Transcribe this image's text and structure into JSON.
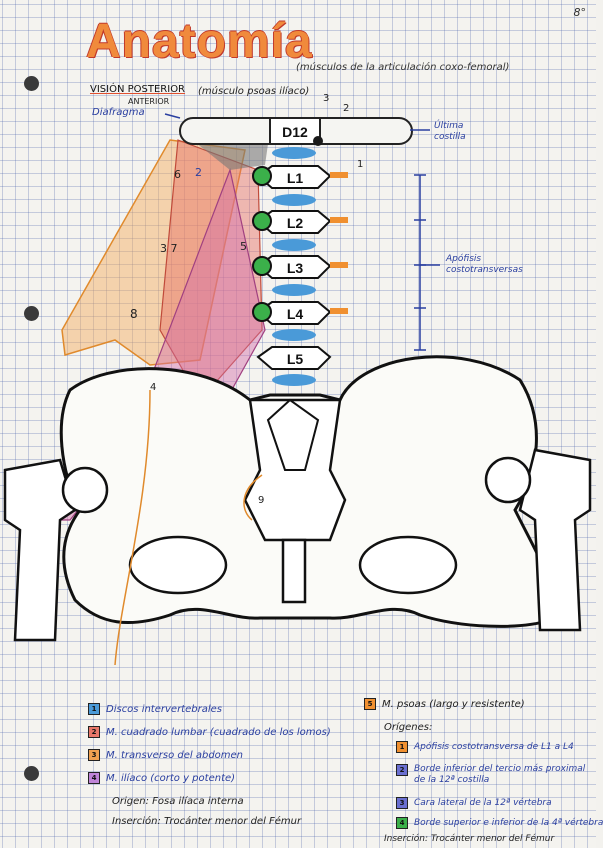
{
  "page_number": "8°",
  "title": "Anatomía",
  "subtitle": "(músculos de la articulación coxo-femoral)",
  "view_heading": "VISIÓN POSTERIOR",
  "view_sub": "ANTERIOR",
  "muscle_note": "(músculo psoas ilíaco)",
  "diaphragm_label": "Diafragma",
  "last_rib_label": "Última costilla",
  "apophyses_label": "Apófisis costotransversas",
  "vertebrae": [
    "D12",
    "L1",
    "L2",
    "L3",
    "L4",
    "L5"
  ],
  "diagram_numbers": {
    "n1": "1",
    "n2": "2",
    "n3": "3",
    "n6": "6",
    "n2b": "2",
    "n37": "3 7",
    "n5": "5",
    "n8": "8",
    "n4": "4",
    "n9": "9",
    "n1r": "1"
  },
  "legend_left": [
    {
      "num": "1",
      "color": "#4a9ad8",
      "text": "Discos intervertebrales"
    },
    {
      "num": "2",
      "color": "#e8776a",
      "text": "M. cuadrado lumbar (cuadrado de los lomos)"
    },
    {
      "num": "3",
      "color": "#f0a050",
      "text": "M. transverso del abdomen"
    },
    {
      "num": "4",
      "color": "#c084d8",
      "text": "M. ilíaco (corto y potente)"
    }
  ],
  "left_origin": "Origen: Fosa ilíaca interna",
  "left_insertion": "Inserción: Trocánter menor del Fémur",
  "legend_right_heading": {
    "num": "5",
    "text": "M. psoas (largo y resistente)"
  },
  "right_origins_heading": "Orígenes:",
  "right_origins": [
    {
      "num": "1",
      "text": "Apófisis costotransversa de L1 a L4"
    },
    {
      "num": "2",
      "text": "Borde inferior del tercio más proximal de la 12ª costilla"
    },
    {
      "num": "3",
      "text": "Cara lateral de la 12ª vértebra"
    },
    {
      "num": "4",
      "text": "Borde superior e inferior de la 4ª vértebra"
    }
  ],
  "right_insertion": "Inserción: Trocánter menor del Fémur",
  "colors": {
    "title": "#f08a3c",
    "disc": "#4a9ad8",
    "green": "#3bb04a",
    "orange": "#f09030",
    "pink": "#d070a0",
    "blue_ink": "#2a3fa0"
  }
}
